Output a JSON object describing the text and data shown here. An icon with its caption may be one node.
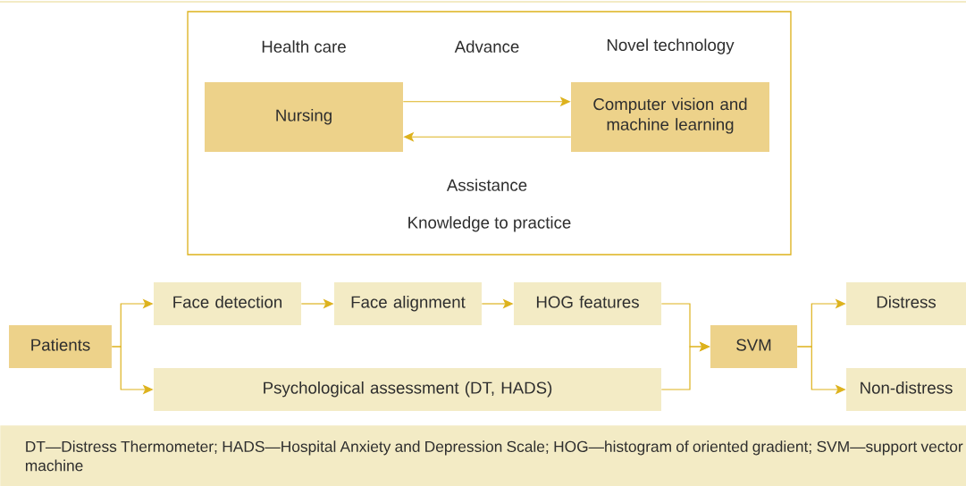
{
  "diagram": {
    "caption": "DT—Distress Thermometer; HADS—Hospital Anxiety and Depression Scale; HOG—histogram of oriented gradient; SVM—support vector machine",
    "nodes": [
      {
        "text": [
          "Knowledge to practice"
        ]
      },
      {
        "text": [
          "Nursing"
        ],
        "beside": [
          "Health care"
        ],
        "in": 0
      },
      {
        "text": [
          "Computer vision and machine learning"
        ],
        "beside": [
          "Novel technology"
        ],
        "in": 0
      },
      {
        "text": [
          "Patients"
        ]
      },
      {
        "text": [
          "Face detection"
        ]
      },
      {
        "text": [
          "Face alignment"
        ]
      },
      {
        "text": [
          "HOG features"
        ]
      },
      {
        "text": [
          "Psychological assessment (DT, HADS)"
        ]
      },
      {
        "text": [
          "SVM"
        ]
      },
      {
        "text": [
          "Distress"
        ]
      },
      {
        "text": [
          "Non-distress"
        ]
      }
    ],
    "edges": [
      {
        "from": 1,
        "to": 2,
        "arrow": "to",
        "label": "Advance"
      },
      {
        "from": 2,
        "to": 1,
        "arrow": "to",
        "label": "Assistance"
      },
      {
        "from": 3,
        "to": 4,
        "arrow": "to"
      },
      {
        "from": 3,
        "to": 7,
        "arrow": "to"
      },
      {
        "from": 4,
        "to": 5,
        "arrow": "to"
      },
      {
        "from": 5,
        "to": 6,
        "arrow": "to"
      },
      {
        "from": 6,
        "to": 8,
        "arrow": "to"
      },
      {
        "from": 7,
        "to": 8,
        "arrow": "to"
      },
      {
        "from": 8,
        "to": 9,
        "arrow": "to"
      },
      {
        "from": 8,
        "to": 10,
        "arrow": "to"
      }
    ]
  }
}
